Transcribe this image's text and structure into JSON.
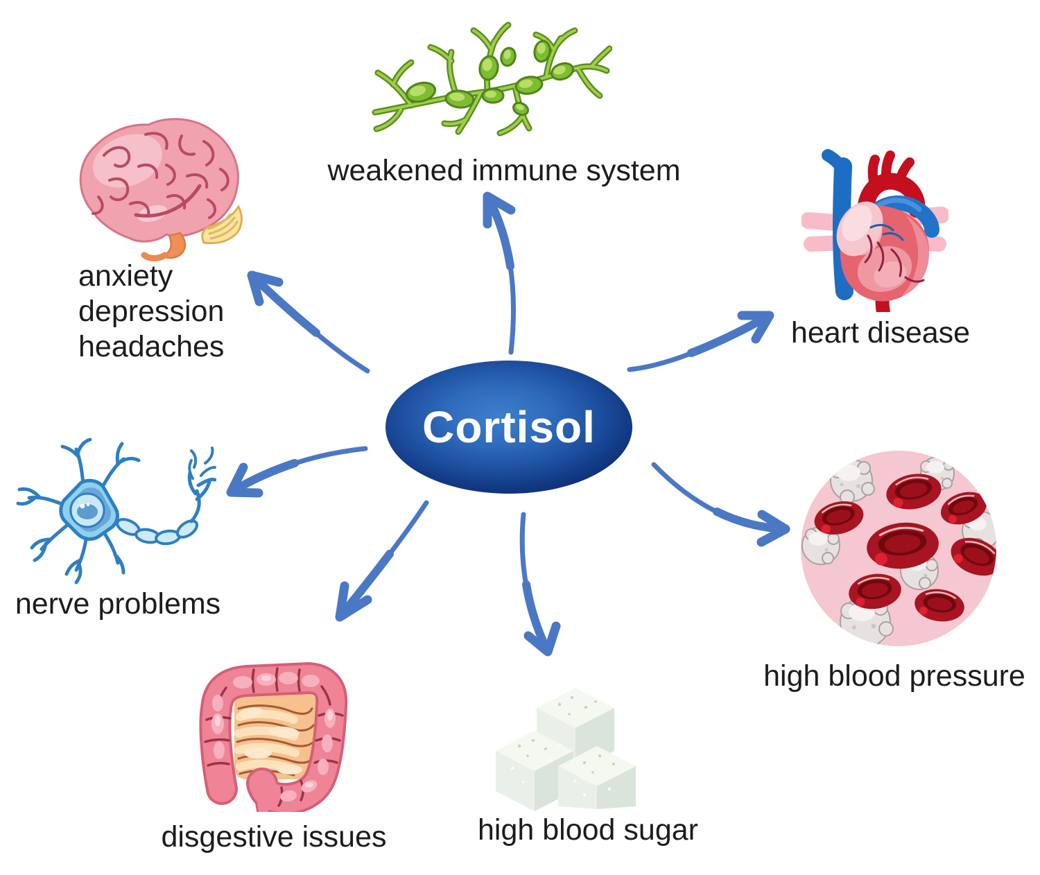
{
  "title": "Cortisol effects mind map",
  "center": {
    "label": "Cortisol"
  },
  "theme": {
    "background": "#ffffff",
    "arrow_color": "#4a78c4",
    "ellipse_light": "#3f7ecd",
    "ellipse_dark": "#0f2f70",
    "label_color": "#1c1c1c"
  },
  "effects": [
    {
      "label": "weakened immune system",
      "icon": "lymph-vessel-icon"
    },
    {
      "label": "anxiety\ndepression\nheadaches",
      "icon": "brain-icon"
    },
    {
      "label": "heart disease",
      "icon": "heart-organ-icon"
    },
    {
      "label": "nerve problems",
      "icon": "neuron-icon"
    },
    {
      "label": "high blood pressure",
      "icon": "blood-cells-icon"
    },
    {
      "label": "disgestive issues",
      "icon": "intestine-icon"
    },
    {
      "label": "high blood sugar",
      "icon": "sugar-cubes-icon"
    }
  ]
}
